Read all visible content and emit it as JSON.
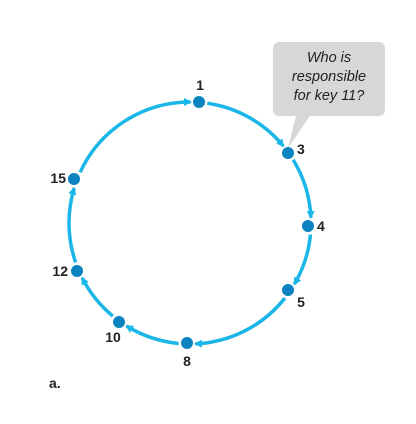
{
  "diagram": {
    "ring_color": "#1ab6e8",
    "node_color": "#0a83c0",
    "bubble_fill": "#d7d7d7",
    "nodes": [
      {
        "label": "1"
      },
      {
        "label": "3"
      },
      {
        "label": "4"
      },
      {
        "label": "5"
      },
      {
        "label": "8"
      },
      {
        "label": "10"
      },
      {
        "label": "12"
      },
      {
        "label": "15"
      }
    ],
    "query_bubble": {
      "lines": [
        "Who is",
        "responsible",
        "for key 11?"
      ]
    },
    "sublabel": "a."
  }
}
